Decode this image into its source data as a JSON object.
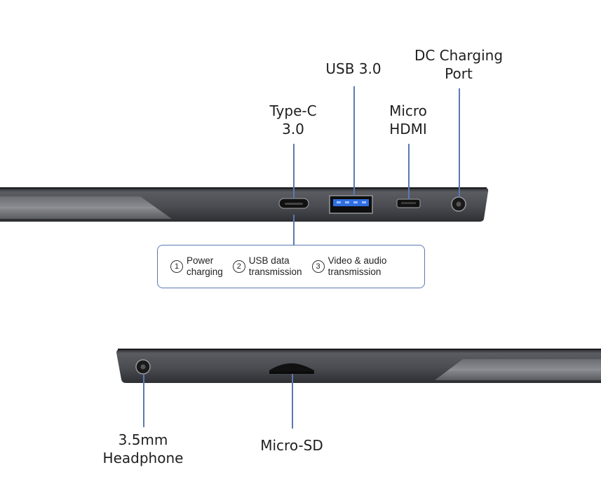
{
  "top_ports": [
    {
      "id": "type-c",
      "lines": [
        "Type-C",
        "3.0"
      ]
    },
    {
      "id": "usb",
      "lines": [
        "USB 3.0"
      ]
    },
    {
      "id": "micro-hdmi",
      "lines": [
        "Micro",
        "HDMI"
      ]
    },
    {
      "id": "dc",
      "lines": [
        "DC Charging",
        "Port"
      ]
    }
  ],
  "features": [
    {
      "num": "1",
      "lines": [
        "Power",
        "charging"
      ]
    },
    {
      "num": "2",
      "lines": [
        "USB data",
        "transmission"
      ]
    },
    {
      "num": "3",
      "lines": [
        "Video & audio",
        "transmission"
      ]
    }
  ],
  "bottom_ports": [
    {
      "id": "headphone",
      "lines": [
        "3.5mm",
        "Headphone"
      ]
    },
    {
      "id": "micro-sd",
      "lines": [
        "Micro-SD"
      ]
    }
  ],
  "colors": {
    "leader_line": "#5b79b3",
    "usb_port_blue": "#2f6fe0",
    "device_body": "#4a4c51"
  }
}
